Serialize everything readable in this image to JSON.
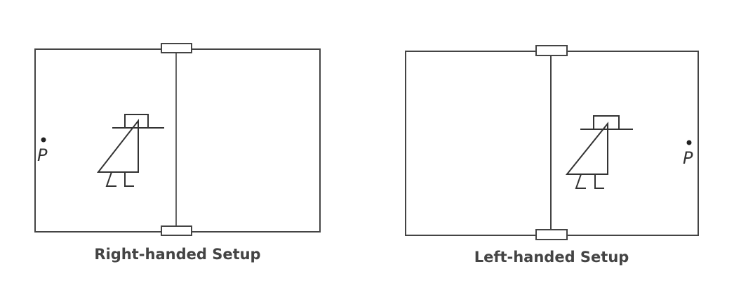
{
  "panels": [
    {
      "caption": "Right-handed Setup",
      "point_label": "P"
    },
    {
      "caption": "Left-handed Setup",
      "point_label": "P"
    }
  ]
}
